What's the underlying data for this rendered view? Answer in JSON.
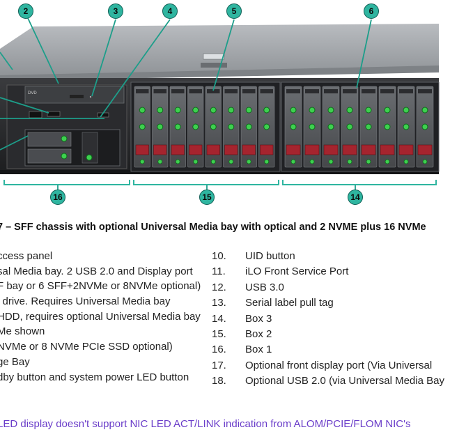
{
  "callouts": [
    "2",
    "3",
    "4",
    "5",
    "6",
    "16",
    "15",
    "14"
  ],
  "caption": "7 – SFF chassis with optional Universal Media bay with optical and 2 NVME plus 16 NVMe",
  "chassis_labels": {
    "dvd": "DVD"
  },
  "left_items": [
    "ccess panel",
    "sal Media bay. 2 USB 2.0 and Display port",
    "F bay or 6 SFF+2NVMe or 8NVMe optional)",
    "l drive. Requires Universal Media bay",
    "HDD, requires optional Universal Media bay",
    "Me shown",
    "NVMe or 8 NVMe PCIe SSD optional)",
    "ge Bay",
    "dby button and system power LED button"
  ],
  "right_items": [
    {
      "num": "10.",
      "text": "UID button"
    },
    {
      "num": "11.",
      "text": "iLO Front Service Port"
    },
    {
      "num": "12.",
      "text": "USB 3.0"
    },
    {
      "num": "13.",
      "text": "Serial label pull tag"
    },
    {
      "num": "14.",
      "text": "Box 3"
    },
    {
      "num": "15.",
      "text": "Box 2"
    },
    {
      "num": "16.",
      "text": "Box 1"
    },
    {
      "num": "17.",
      "text": "Optional front display port (Via Universal"
    },
    {
      "num": "18.",
      "text": "Optional USB 2.0 (via Universal Media Bay"
    }
  ],
  "note": "LED display doesn't support NIC LED ACT/LINK indication from ALOM/PCIE/FLOM NIC's",
  "colors": {
    "callout_fill": "#2fb5a0",
    "callout_line": "#1d9e8a",
    "drive_led": "#3ecf4f",
    "drive_bay_red": "#a5242e",
    "note_text": "#6a3dc9"
  }
}
